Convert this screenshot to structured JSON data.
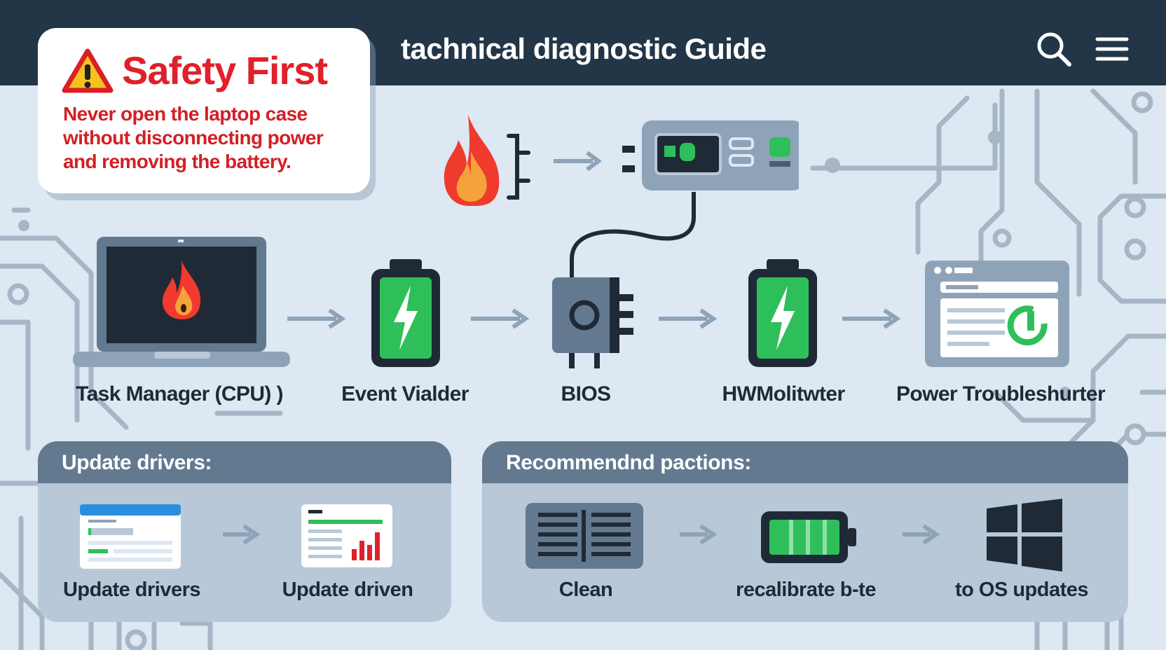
{
  "header": {
    "title": "tachnical diagnostic Guide",
    "search_icon": "search-icon",
    "menu_icon": "hamburger-menu-icon"
  },
  "safety": {
    "heading": "Safety First",
    "body": "Never open the laptop case without disconnecting power and removing the battery.",
    "icon": "warning-triangle-icon"
  },
  "flow": {
    "steps": [
      {
        "label": "Task Manager (CPU) )",
        "icon": "laptop-flame-icon"
      },
      {
        "label": "Event Vialder",
        "icon": "battery-charging-icon"
      },
      {
        "label": "BIOS",
        "icon": "power-adapter-icon"
      },
      {
        "label": "HWMolitwter",
        "icon": "battery-charging-icon"
      },
      {
        "label": "Power Troubleshurter",
        "icon": "troubleshooter-window-icon"
      }
    ],
    "top_row": {
      "icons": [
        "flame-icon",
        "plug-icon",
        "power-supply-unit-icon"
      ]
    }
  },
  "panels": {
    "drivers": {
      "title": "Update drivers:",
      "items": [
        {
          "label": "Update drivers",
          "icon": "driver-window-icon"
        },
        {
          "label": "Update driven",
          "icon": "driver-report-icon"
        }
      ]
    },
    "actions": {
      "title": "Recommendnd pactions:",
      "items": [
        {
          "label": "Clean",
          "icon": "vent-grille-icon"
        },
        {
          "label": "recalibrate b-te",
          "icon": "battery-full-icon"
        },
        {
          "label": "to OS updates",
          "icon": "windows-logo-icon"
        }
      ]
    }
  },
  "colors": {
    "header_bg": "#233648",
    "background": "#dde8f3",
    "warning_red": "#e0202a",
    "battery_green": "#2fbf5a",
    "panel_head": "#63798f",
    "panel_body": "#b8c8d8"
  }
}
